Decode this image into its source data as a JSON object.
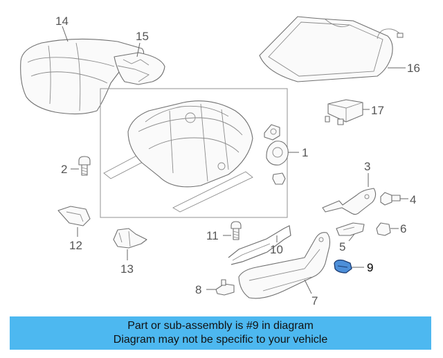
{
  "diagram": {
    "callouts": {
      "c1": "1",
      "c2": "2",
      "c3": "3",
      "c4": "4",
      "c5": "5",
      "c6": "6",
      "c7": "7",
      "c8": "8",
      "c9": "9",
      "c10": "10",
      "c11": "11",
      "c12": "12",
      "c13": "13",
      "c14": "14",
      "c15": "15",
      "c16": "16",
      "c17": "17"
    },
    "highlighted_part": "9",
    "colors": {
      "banner_bg": "#4db8f0",
      "highlight_part": "#4d8fd9",
      "line_art": "#707070"
    }
  },
  "banner": {
    "line1": "Part or sub-assembly is #9 in diagram",
    "line2": "Diagram may not be specific to your vehicle"
  }
}
